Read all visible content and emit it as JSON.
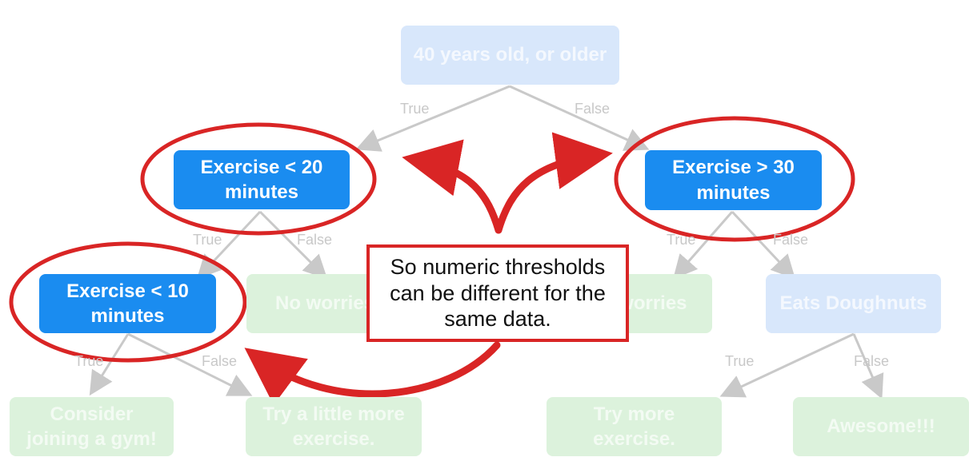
{
  "colors": {
    "active_node": "#1a8cf0",
    "faded_blue_node": "#d8e7fb",
    "faded_green_node": "#dcf2dc",
    "edge": "#c9c9c9",
    "highlight": "#d92525"
  },
  "nodes": {
    "root": "40 years old, or older",
    "left_split": "Exercise < 20\nminutes",
    "right_split": "Exercise > 30\nminutes",
    "left_left_split": "Exercise < 10\nminutes",
    "left_right_leaf": "No worries",
    "right_left_leaf": "No worries",
    "right_right_split": "Eats Doughnuts",
    "leaf_consider_gym": "Consider\njoining a gym!",
    "leaf_try_little_more": "Try a little more\nexercise.",
    "leaf_try_more": "Try more\nexercise.",
    "leaf_awesome": "Awesome!!!"
  },
  "edge_labels": {
    "true": "True",
    "false": "False"
  },
  "callout": "So numeric thresholds can be different for the same data."
}
